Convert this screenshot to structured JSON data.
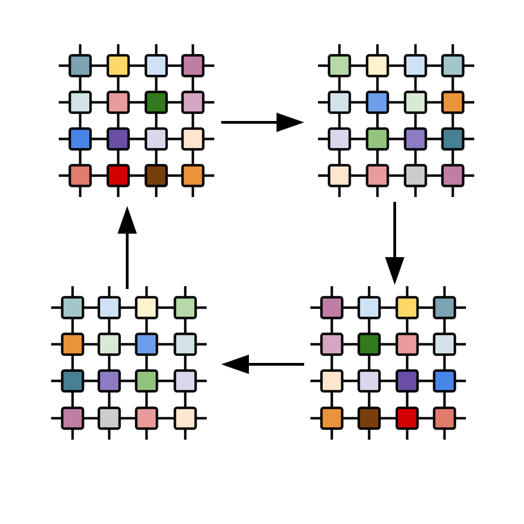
{
  "diagram": {
    "grids": [
      {
        "id": "top-left",
        "cells": [
          [
            "#7BA3B2",
            "#FDD866",
            "#CFE2F5",
            "#C07EA4"
          ],
          [
            "#D3E2E7",
            "#E99A9A",
            "#327A1F",
            "#D5A6C3"
          ],
          [
            "#4985E8",
            "#6B4FA6",
            "#DCD6EC",
            "#FDE6CE"
          ],
          [
            "#E07C6C",
            "#D40000",
            "#783F0E",
            "#E9943A"
          ]
        ]
      },
      {
        "id": "top-right",
        "cells": [
          [
            "#B7D8A8",
            "#FFF2CE",
            "#CFE2F5",
            "#A3C6CA"
          ],
          [
            "#D3E2E7",
            "#6C9EEB",
            "#D9EAD4",
            "#E9943A"
          ],
          [
            "#DCD6EC",
            "#93C47D",
            "#8D7CC3",
            "#468092"
          ],
          [
            "#FDE6CE",
            "#E99A9A",
            "#CCCCCC",
            "#C07EA4"
          ]
        ]
      },
      {
        "id": "bottom-right",
        "cells": [
          [
            "#C07EA4",
            "#CFE2F5",
            "#FDD866",
            "#7BA3B2"
          ],
          [
            "#D5A6C3",
            "#327A1F",
            "#E99A9A",
            "#D3E2E7"
          ],
          [
            "#FDE6CE",
            "#DCD6EC",
            "#6B4FA6",
            "#4985E8"
          ],
          [
            "#E9943A",
            "#783F0E",
            "#D40000",
            "#E07C6C"
          ]
        ]
      },
      {
        "id": "bottom-left",
        "cells": [
          [
            "#A3C6CA",
            "#CFE2F5",
            "#FFF2CE",
            "#B7D8A8"
          ],
          [
            "#E9943A",
            "#D9EAD4",
            "#6C9EEB",
            "#D3E2E7"
          ],
          [
            "#468092",
            "#8D7CC3",
            "#93C47D",
            "#DCD6EC"
          ],
          [
            "#C07EA4",
            "#CCCCCC",
            "#E99A9A",
            "#FDE6CE"
          ]
        ]
      }
    ],
    "arrows": [
      {
        "from": "top-left",
        "to": "top-right",
        "direction": "right"
      },
      {
        "from": "top-right",
        "to": "bottom-right",
        "direction": "down"
      },
      {
        "from": "bottom-right",
        "to": "bottom-left",
        "direction": "left"
      },
      {
        "from": "bottom-left",
        "to": "top-left",
        "direction": "up"
      }
    ],
    "line_color": "#000000"
  }
}
